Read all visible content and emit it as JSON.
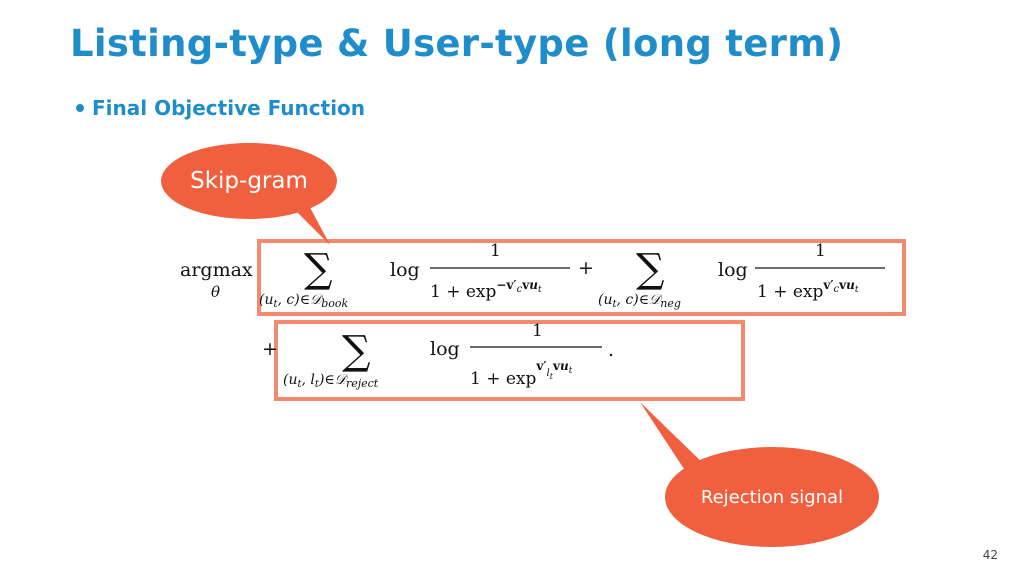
{
  "slide": {
    "title": "Listing-type & User-type (long term)",
    "bullet": "Final Objective Function",
    "page_number": "42"
  },
  "callouts": {
    "skipgram": "Skip-gram",
    "rejection": "Rejection signal"
  },
  "formula": {
    "argmax": "argmax",
    "argmax_sub": "θ",
    "sum_symbol": "∑",
    "log": "log",
    "one": "1",
    "plus": "+",
    "period": ".",
    "denom_prefix": "1 + exp",
    "book_set": "(u",
    "book_sub_t": "t",
    "book_mid": ", c)∈𝒟",
    "book_name": "book",
    "neg_name": "neg",
    "reject_mid": ", l",
    "reject_close": ")∈𝒟",
    "reject_name": "reject",
    "exp1": "−v′",
    "exp2": "v′",
    "exp_c": "c",
    "exp_l": "l",
    "exp_t": "t",
    "exp_v": "v",
    "exp_u": "u"
  },
  "colors": {
    "title": "#1f8dc9",
    "callout_fill": "#f0603f",
    "box_stroke": "#f28a6e"
  }
}
